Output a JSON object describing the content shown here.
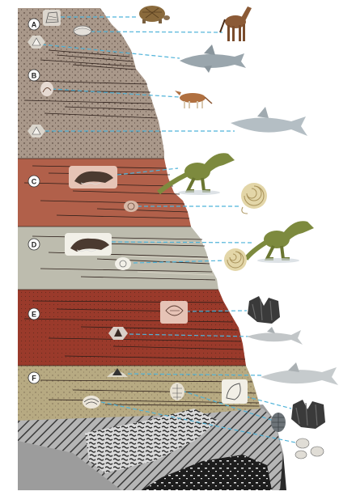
{
  "layers": [
    {
      "id": "A",
      "color": "#a9988a"
    },
    {
      "id": "B",
      "color": "#a9988a"
    },
    {
      "id": "C",
      "color": "#b1604a"
    },
    {
      "id": "D",
      "color": "#bdbcae"
    },
    {
      "id": "E",
      "color": "#9a3a2b"
    },
    {
      "id": "F",
      "color": "#b7aa82"
    }
  ],
  "fossil_icons": [
    "sea-urchin-fossil-icon",
    "clam-shell-fossil-icon",
    "shark-tooth-fossil-icon",
    "mammal-jaw-fossil-icon",
    "shark-tooth-fossil-icon",
    "dinosaur-skull-fossil-icon",
    "ammonite-fossil-icon",
    "dinosaur-skull-fossil-icon",
    "ammonite-fossil-icon",
    "coral-fossil-icon",
    "fish-tooth-fossil-icon",
    "fish-tooth-fossil-icon",
    "trilobite-fossil-icon",
    "brachiopod-fossil-icon",
    "coral-fossil-icon"
  ],
  "organism_icons": [
    "tortoise-icon",
    "horse-icon",
    "shark-icon",
    "small-mammal-icon",
    "shark-icon",
    "tyrannosaurus-icon",
    "ammonite-icon",
    "tyrannosaurus-icon",
    "ammonite-icon",
    "coral-colony-icon",
    "fish-icon",
    "fish-icon",
    "coral-colony-icon",
    "trilobite-icon",
    "brachiopod-shells-icon"
  ]
}
